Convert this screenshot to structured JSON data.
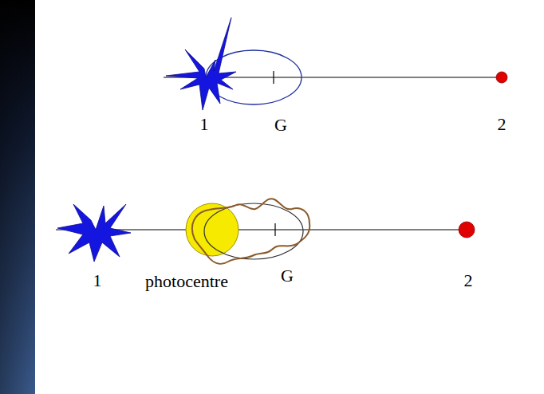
{
  "diagram": {
    "labels": [
      "1",
      "G",
      "2",
      "1",
      "photocentre",
      "G",
      "2"
    ]
  }
}
